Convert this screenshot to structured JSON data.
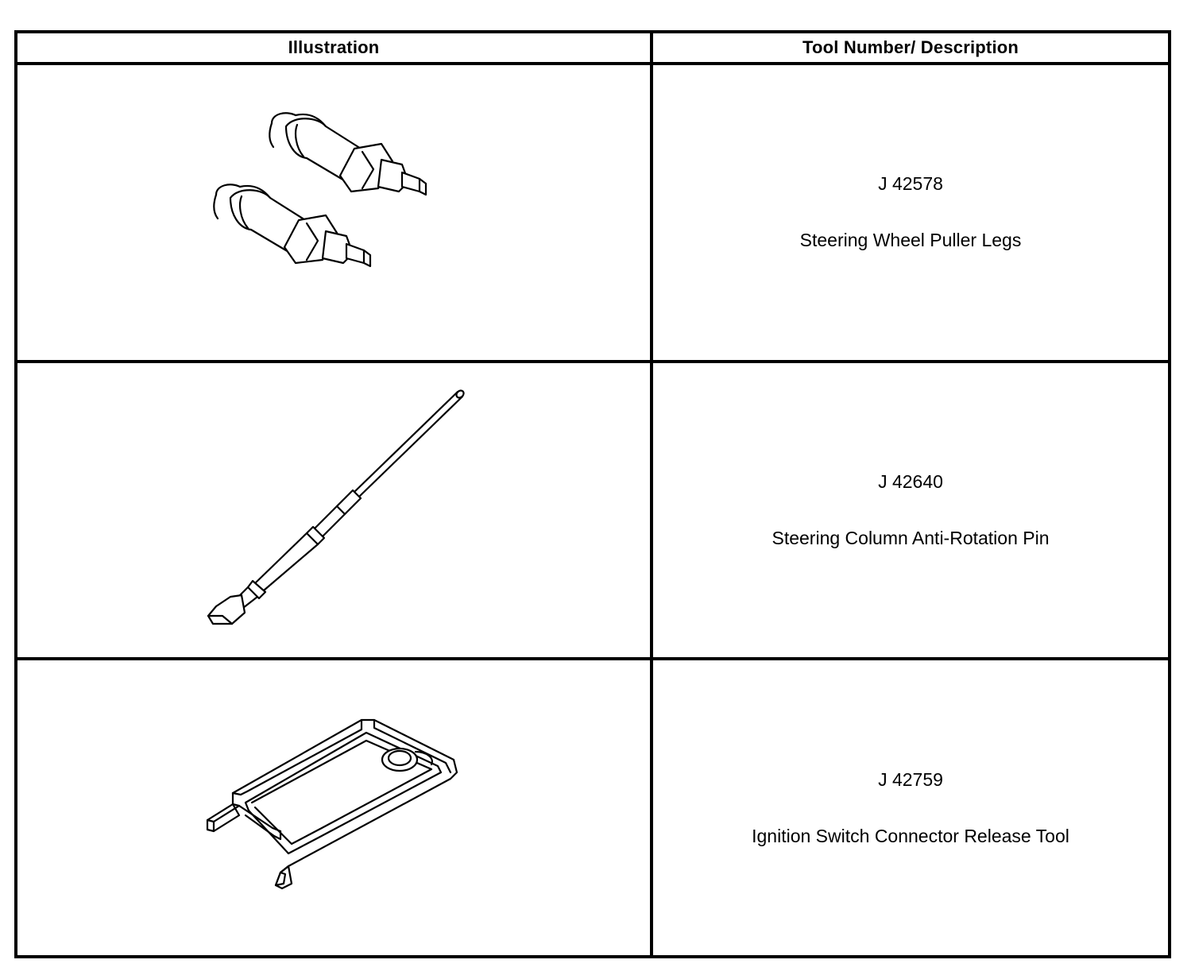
{
  "table": {
    "header": {
      "illustration": "Illustration",
      "description": "Tool Number/ Description"
    },
    "rows": [
      {
        "illustration_icon": "steering-wheel-puller-legs-illustration",
        "tool_number": "J 42578",
        "description": "Steering Wheel Puller Legs"
      },
      {
        "illustration_icon": "anti-rotation-pin-illustration",
        "tool_number": "J 42640",
        "description": "Steering Column Anti-Rotation Pin"
      },
      {
        "illustration_icon": "connector-release-tool-illustration",
        "tool_number": "J 42759",
        "description": "Ignition Switch Connector Release Tool"
      }
    ]
  }
}
